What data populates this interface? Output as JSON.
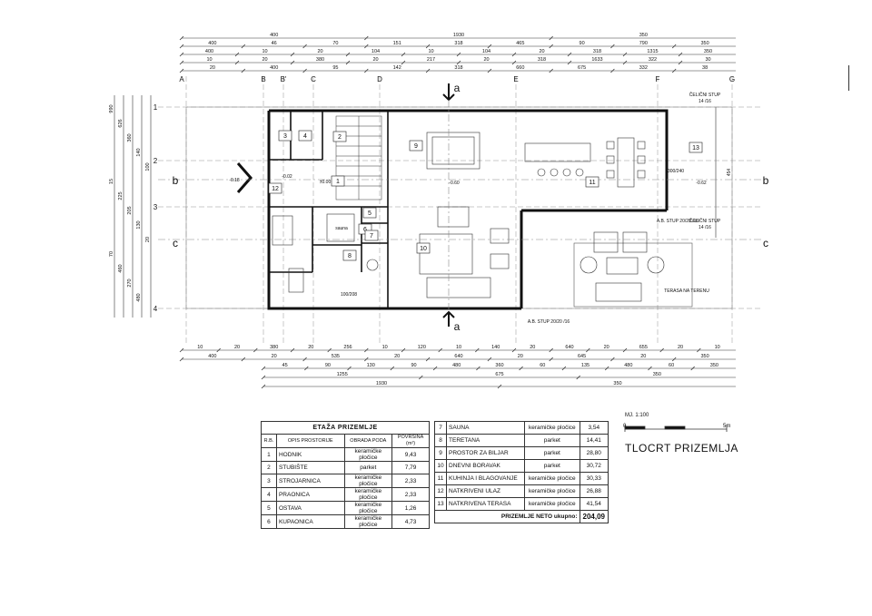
{
  "dims": {
    "row1": [
      "400",
      "1930",
      "350"
    ],
    "row2": [
      "400",
      "46",
      "70",
      "151",
      "318",
      "465",
      "90",
      "790",
      "350"
    ],
    "row3": [
      "400",
      "10",
      "20",
      "104",
      "10",
      "104",
      "20",
      "318",
      "1315",
      "350"
    ],
    "row4": [
      "10",
      "20",
      "380",
      "20",
      "217",
      "20",
      "318",
      "1633",
      "322",
      "30"
    ],
    "row5": [
      "20",
      "400",
      "95",
      "142",
      "318",
      "660",
      "675",
      "332",
      "38"
    ],
    "bot1": [
      "10",
      "20",
      "380",
      "20",
      "256",
      "10",
      "120",
      "10",
      "140",
      "20",
      "640",
      "20",
      "655",
      "20",
      "10"
    ],
    "bot2": [
      "400",
      "20",
      "535",
      "20",
      "640",
      "20",
      "645",
      "20",
      "350"
    ],
    "bot3": [
      "45",
      "90",
      "130",
      "90",
      "480",
      "360",
      "60",
      "135",
      "480",
      "60",
      "350"
    ],
    "bot4": [
      "1255",
      "675",
      "350"
    ],
    "bot5": [
      "1930",
      "350"
    ],
    "left": [
      "990",
      "626",
      "360",
      "140",
      "100",
      "15",
      "225",
      "205",
      "130",
      "20",
      "70",
      "460",
      "270",
      "480"
    ]
  },
  "axes": {
    "columns": [
      "A",
      "B",
      "B'",
      "C",
      "D",
      "E",
      "F",
      "G"
    ],
    "rows": [
      "1",
      "2",
      "3",
      "4"
    ]
  },
  "sections": {
    "a": "a",
    "b": "b",
    "c": "c"
  },
  "rooms": [
    "1",
    "2",
    "3",
    "4",
    "5",
    "6",
    "7",
    "8",
    "9",
    "10",
    "11",
    "12",
    "13"
  ],
  "levels": [
    "-0.18",
    "-0.02",
    "±0.00",
    "-0.60",
    "-0.62"
  ],
  "labels": {
    "sauna": "sauna",
    "terasa": "TERASA NA TERENU",
    "celicni_stup1": "ČELIČNI STUP",
    "celicni_stup2": "ČELIČNI STUP",
    "stup1": "14 /16",
    "stup2": "14 /16",
    "ab_stup": "A.B. STUP 20/20 /16",
    "ab_stup2": "A.B. STUP 20/20 /16",
    "dim_454": "454",
    "door_100_208": "100/208",
    "dim_300_240": "300/240"
  },
  "table1": {
    "caption": "ETAŽA PRIZEMLJE",
    "headers": [
      "R.B.",
      "OPIS PROSTORIJE",
      "OBRADA PODA",
      "POVRŠINA (m²)"
    ],
    "rows": [
      [
        "1",
        "HODNIK",
        "keramičke pločice",
        "9,43"
      ],
      [
        "2",
        "STUBIŠTE",
        "parket",
        "7,79"
      ],
      [
        "3",
        "STROJARNICA",
        "keramičke pločice",
        "2,33"
      ],
      [
        "4",
        "PRAONICA",
        "keramičke pločice",
        "2,33"
      ],
      [
        "5",
        "OSTAVA",
        "keramičke pločice",
        "1,26"
      ],
      [
        "6",
        "KUPAONICA",
        "keramičke pločice",
        "4,73"
      ]
    ]
  },
  "table2": {
    "rows": [
      [
        "7",
        "SAUNA",
        "keramičke pločice",
        "3,54"
      ],
      [
        "8",
        "TERETANA",
        "parket",
        "14,41"
      ],
      [
        "9",
        "PROSTOR ZA BILJAR",
        "parket",
        "28,80"
      ],
      [
        "10",
        "DNEVNI BORAVAK",
        "parket",
        "30,72"
      ],
      [
        "11",
        "KUHINJA I BLAGOVANJE",
        "keramičke pločice",
        "30,33"
      ],
      [
        "12",
        "NATKRIVENI ULAZ",
        "keramičke pločice",
        "26,88"
      ],
      [
        "13",
        "NATKRIVENA TERASA",
        "keramičke pločice",
        "41,54"
      ]
    ],
    "total_label": "PRIZEMLJE NETO ukupno:",
    "total_value": "204,09"
  },
  "scale": {
    "label": "MJ. 1:100",
    "start": "0",
    "end": "5m"
  },
  "title": "TLOCRT PRIZEMLJA"
}
